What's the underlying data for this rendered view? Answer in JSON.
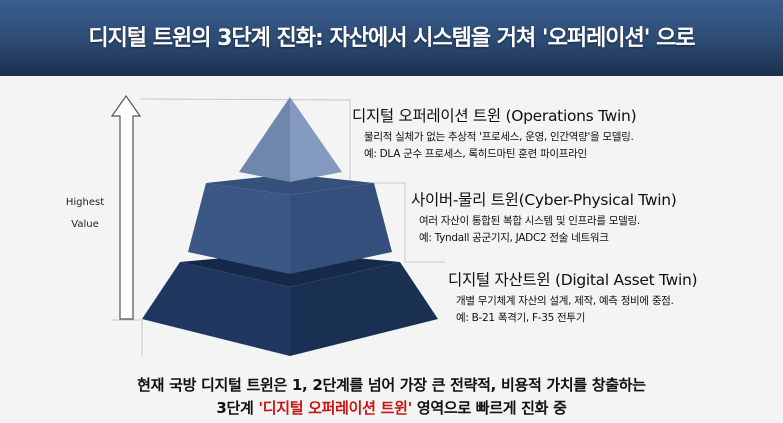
{
  "header": {
    "title": "디지털 트윈의 3단계 진화: 자산에서 시스템을 거쳐 '오퍼레이션' 으로"
  },
  "axis": {
    "label_line1": "Highest",
    "label_line2": "Value"
  },
  "tiers": [
    {
      "title": "디지털 오퍼레이션 트윈 (Operations Twin)",
      "desc": "물리적 실체가 없는 추상적 '프로세스, 운영, 인간역량'을 모델링.",
      "example": "예: DLA 군수 프로세스, 록히드마틴 훈련 파이프라인"
    },
    {
      "title": "사이버-물리 트윈(Cyber-Physical Twin)",
      "desc": "여러 자산이 통합된 복합 시스템 및 인프라를 모델링.",
      "example": "예: Tyndall 공군기지, JADC2 전술 네트워크"
    },
    {
      "title": "디지털 자산트윈 (Digital Asset Twin)",
      "desc": "개별 무기체계 자산의 설계, 제작, 예측 정비에 중점.",
      "example": "예: B-21 폭격기, F-35 전투기"
    }
  ],
  "footer": {
    "line1": "현재 국방 디지털 트윈은 1, 2단계를 넘어 가장 큰 전략적, 비용적 가치를 창출하는",
    "line2_pre": "3단계 ",
    "line2_highlight": "'디지털 오퍼레이션 트윈'",
    "line2_post": " 영역으로 빠르게 진화 중"
  },
  "colors": {
    "header": "#2c4a73",
    "tier1": "#7d93b8",
    "tier2": "#3b5685",
    "tier3": "#1d3358",
    "highlight": "#c81414"
  }
}
